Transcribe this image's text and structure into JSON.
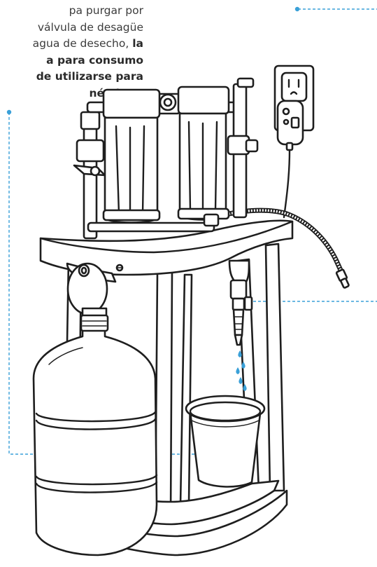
{
  "caption": {
    "line1": "pa purgar por",
    "line2": "válvula de desagüe",
    "line3_plain": "agua de desecho, ",
    "line3_bold": "la",
    "line4": "a para consumo",
    "line5": "de utilizarse para",
    "line6_bold": "nésticos",
    "line6_plain": "."
  },
  "colors": {
    "leader_line": "#3aa0d8",
    "water_drop": "#3aa0d8",
    "ink": "#1e1e1e",
    "text": "#3c3c3c"
  },
  "illustration": {
    "subject": "reverse-osmosis water filter stand with bottle, bucket and wall outlet",
    "drop_count": 5
  }
}
